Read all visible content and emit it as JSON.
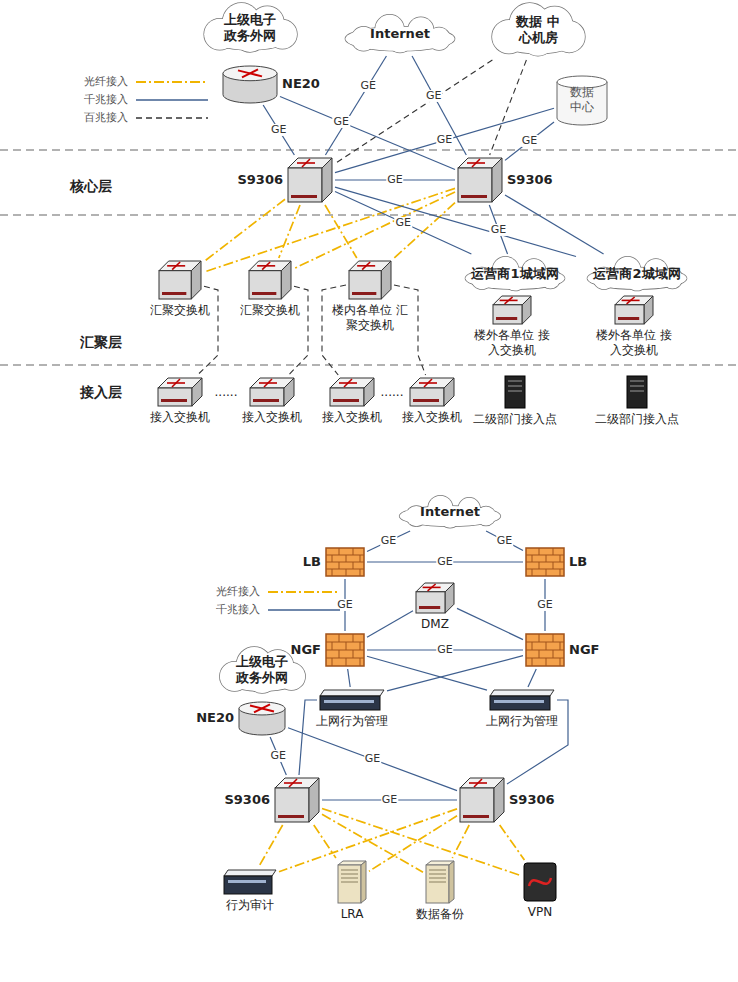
{
  "diagram": {
    "nodes": [
      {
        "text": [
          "上级电子 政务外网"
        ]
      },
      {
        "text": [
          "NE20"
        ]
      },
      {
        "text": [
          "Internet"
        ]
      },
      {
        "text": [
          "数据 中心机房"
        ]
      },
      {
        "text": [
          "数据 中心"
        ]
      },
      {
        "text": [
          "S9306"
        ]
      },
      {
        "text": [
          "S9306"
        ]
      },
      {
        "text": [
          "汇聚交换机"
        ]
      },
      {
        "text": [
          "汇聚交换机"
        ]
      },
      {
        "text": [
          "楼内各单位 汇聚交换机"
        ]
      },
      {
        "text": [
          "运营商1城域网"
        ]
      },
      {
        "text": [
          "运营商2城域网"
        ]
      },
      {
        "text": [
          "楼外各单位 接入交换机"
        ]
      },
      {
        "text": [
          "楼外各单位 接入交换机"
        ]
      },
      {
        "text": [
          "接入交换机"
        ]
      },
      {
        "text": [
          "接入交换机"
        ]
      },
      {
        "text": [
          "接入交换机"
        ]
      },
      {
        "text": [
          "接入交换机"
        ]
      },
      {
        "text": [
          "二级部门接入点"
        ]
      },
      {
        "text": [
          "二级部门接入点"
        ]
      },
      {
        "text": [
          "Internet"
        ]
      },
      {
        "text": [
          "LB"
        ]
      },
      {
        "text": [
          "LB"
        ]
      },
      {
        "text": [
          "DMZ"
        ]
      },
      {
        "text": [
          "NGF"
        ]
      },
      {
        "text": [
          "NGF"
        ]
      },
      {
        "text": [
          "上网行为管理"
        ]
      },
      {
        "text": [
          "上网行为管理"
        ]
      },
      {
        "text": [
          "上级电子 政务外网"
        ]
      },
      {
        "text": [
          "NE20"
        ]
      },
      {
        "text": [
          "S9306"
        ]
      },
      {
        "text": [
          "S9306"
        ]
      },
      {
        "text": [
          "行为审计"
        ]
      },
      {
        "text": [
          "LRA"
        ]
      },
      {
        "text": [
          "数据备份"
        ]
      },
      {
        "text": [
          "VPN"
        ]
      }
    ],
    "edges": [
      {
        "from": 1,
        "to": 5,
        "label": "GE",
        "arrow": "none"
      },
      {
        "from": 1,
        "to": 6,
        "label": "GE",
        "arrow": "none"
      },
      {
        "from": 2,
        "to": 5,
        "label": "GE",
        "arrow": "none"
      },
      {
        "from": 2,
        "to": 6,
        "label": "GE",
        "arrow": "none"
      },
      {
        "from": 3,
        "to": 5,
        "arrow": "none"
      },
      {
        "from": 3,
        "to": 6,
        "arrow": "none"
      },
      {
        "from": 4,
        "to": 5,
        "label": "GE",
        "arrow": "none"
      },
      {
        "from": 4,
        "to": 6,
        "label": "GE",
        "arrow": "none"
      },
      {
        "from": 5,
        "to": 6,
        "label": "GE",
        "arrow": "none"
      },
      {
        "from": 5,
        "to": 7,
        "arrow": "none"
      },
      {
        "from": 5,
        "to": 8,
        "arrow": "none"
      },
      {
        "from": 5,
        "to": 9,
        "arrow": "none"
      },
      {
        "from": 6,
        "to": 7,
        "arrow": "none"
      },
      {
        "from": 6,
        "to": 8,
        "arrow": "none"
      },
      {
        "from": 6,
        "to": 9,
        "arrow": "none"
      },
      {
        "from": 5,
        "to": 10,
        "label": "GE",
        "arrow": "none"
      },
      {
        "from": 5,
        "to": 11,
        "arrow": "none"
      },
      {
        "from": 6,
        "to": 10,
        "label": "GE",
        "arrow": "none"
      },
      {
        "from": 6,
        "to": 11,
        "arrow": "none"
      },
      {
        "from": 7,
        "to": 14,
        "arrow": "none"
      },
      {
        "from": 8,
        "to": 15,
        "arrow": "none"
      },
      {
        "from": 9,
        "to": 16,
        "arrow": "none"
      },
      {
        "from": 9,
        "to": 17,
        "arrow": "none"
      },
      {
        "from": 20,
        "to": 21,
        "label": "GE",
        "arrow": "none"
      },
      {
        "from": 20,
        "to": 22,
        "label": "GE",
        "arrow": "none"
      },
      {
        "from": 21,
        "to": 22,
        "label": "GE",
        "arrow": "none"
      },
      {
        "from": 21,
        "to": 24,
        "label": "GE",
        "arrow": "none"
      },
      {
        "from": 22,
        "to": 25,
        "label": "GE",
        "arrow": "none"
      },
      {
        "from": 23,
        "to": 24,
        "arrow": "none"
      },
      {
        "from": 23,
        "to": 25,
        "arrow": "none"
      },
      {
        "from": 24,
        "to": 25,
        "label": "GE",
        "arrow": "none"
      },
      {
        "from": 24,
        "to": 26,
        "arrow": "none"
      },
      {
        "from": 24,
        "to": 27,
        "arrow": "none"
      },
      {
        "from": 25,
        "to": 26,
        "arrow": "none"
      },
      {
        "from": 25,
        "to": 27,
        "arrow": "none"
      },
      {
        "from": 26,
        "to": 30,
        "arrow": "none"
      },
      {
        "from": 27,
        "to": 31,
        "arrow": "none"
      },
      {
        "from": 29,
        "to": 30,
        "label": "GE",
        "arrow": "none"
      },
      {
        "from": 29,
        "to": 31,
        "label": "GE",
        "arrow": "none"
      },
      {
        "from": 30,
        "to": 31,
        "label": "GE",
        "arrow": "none"
      },
      {
        "from": 30,
        "to": 32,
        "arrow": "none"
      },
      {
        "from": 30,
        "to": 33,
        "arrow": "none"
      },
      {
        "from": 30,
        "to": 34,
        "arrow": "none"
      },
      {
        "from": 30,
        "to": 35,
        "arrow": "none"
      },
      {
        "from": 31,
        "to": 32,
        "arrow": "none"
      },
      {
        "from": 31,
        "to": 33,
        "arrow": "none"
      },
      {
        "from": 31,
        "to": 34,
        "arrow": "none"
      },
      {
        "from": 31,
        "to": 35,
        "arrow": "none"
      }
    ],
    "labels": [
      "核心层",
      "汇聚层",
      "接入层",
      "......",
      "......"
    ],
    "legend": [
      {
        "text": "光纤接入"
      },
      {
        "text": "千兆接入"
      },
      {
        "text": "百兆接入"
      },
      {
        "text": "光纤接入"
      },
      {
        "text": "千兆接入"
      }
    ]
  }
}
